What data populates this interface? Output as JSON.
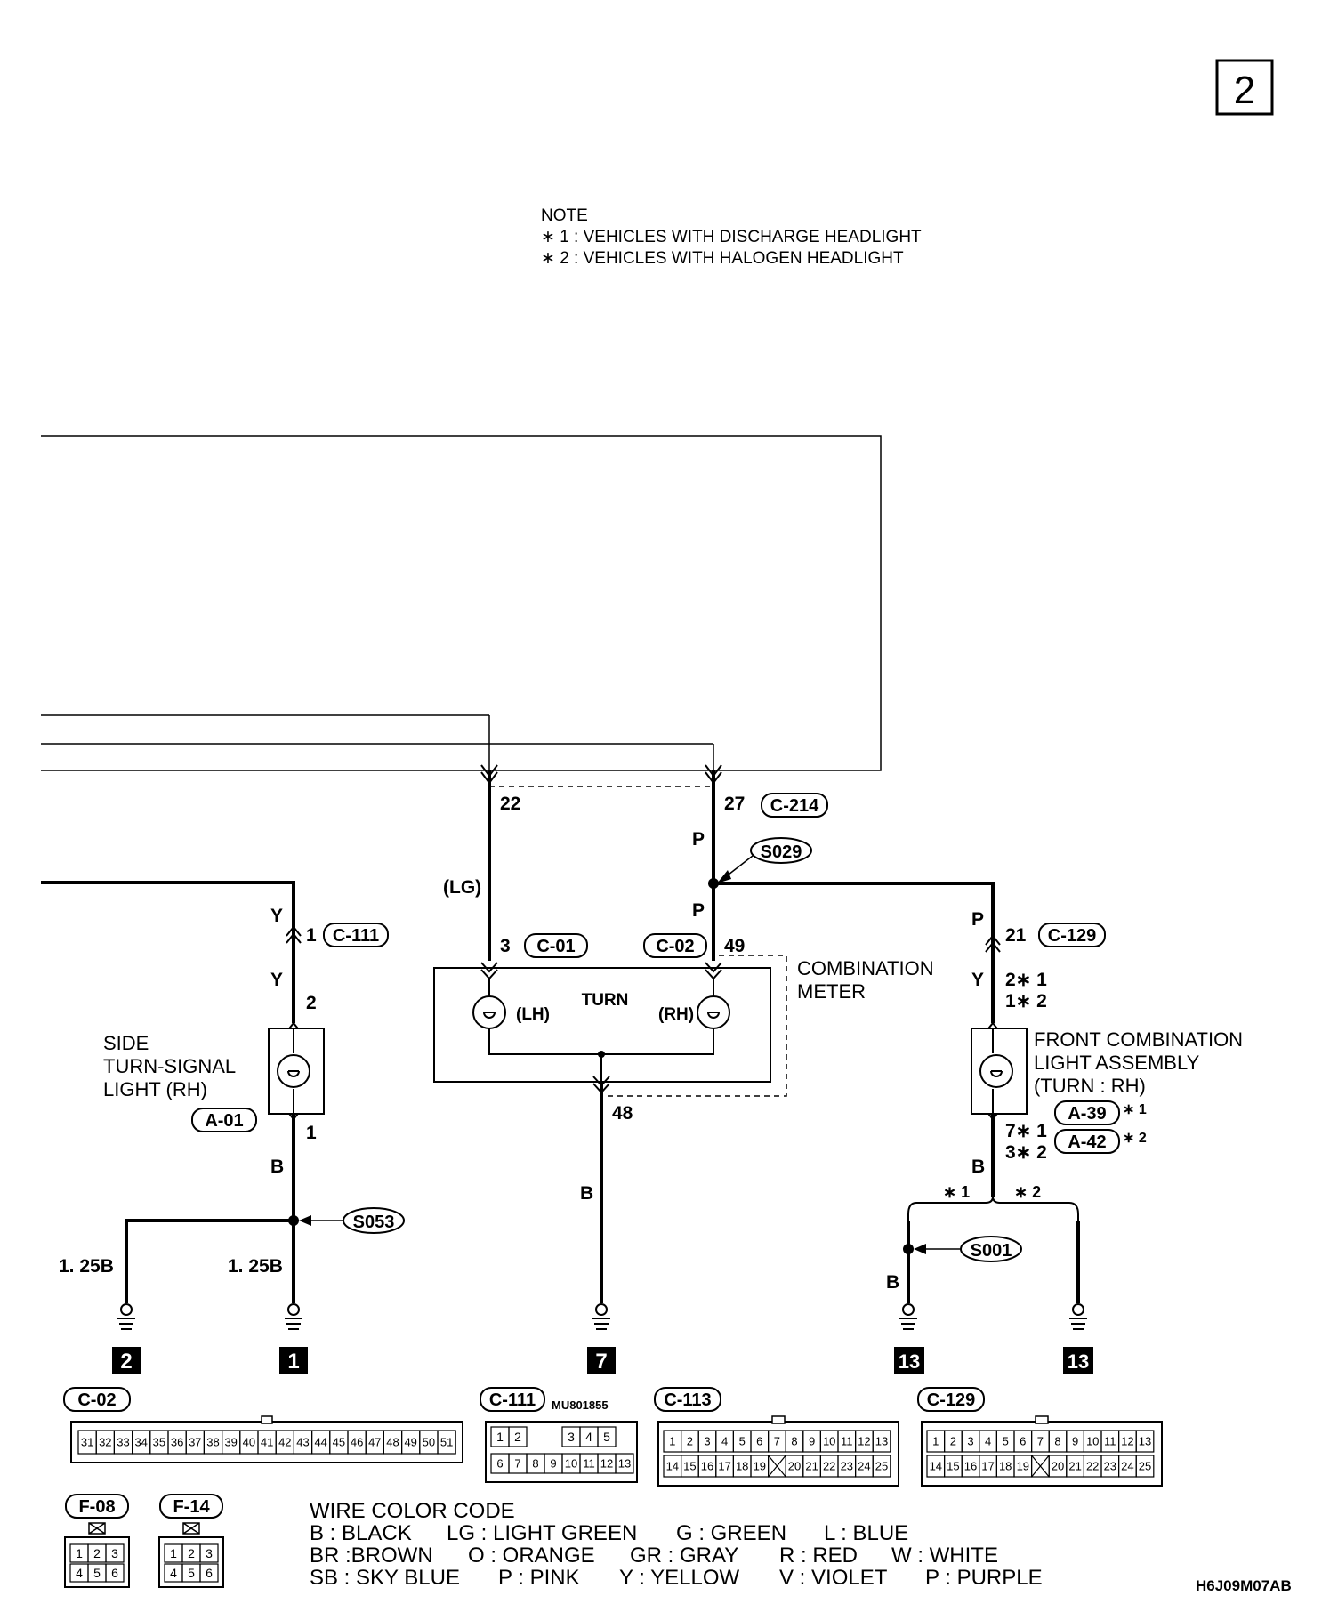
{
  "page_number": "2",
  "note": {
    "title": "NOTE",
    "line1": "∗ 1 : VEHICLES WITH DISCHARGE HEADLIGHT",
    "line2": "∗ 2 : VEHICLES WITH HALOGEN HEADLIGHT"
  },
  "connectors": {
    "c214": "C-214",
    "c01": "C-01",
    "c02": "C-02",
    "c111": "C-111",
    "c129": "C-129",
    "a01": "A-01",
    "a39": "A-39",
    "a42": "A-42",
    "c113": "C-113",
    "f08": "F-08",
    "f14": "F-14"
  },
  "splices": {
    "s029": "S029",
    "s053": "S053",
    "s001": "S001"
  },
  "pins": {
    "p22": "22",
    "p27": "27",
    "p3": "3",
    "p49": "49",
    "p48": "48",
    "p1_c111": "1",
    "p2_side": "2",
    "p1_side": "1",
    "p21": "21",
    "front_top_1": "2∗ 1",
    "front_top_2": "1∗ 2",
    "front_bot_1": "7∗ 1",
    "front_bot_2": "3∗ 2"
  },
  "wire_colors": {
    "lg": "(LG)",
    "p_upper": "P",
    "p_lower": "P",
    "p_right": "P",
    "y_upper": "Y",
    "y_lower": "Y",
    "y_right": "Y",
    "b_side": "B",
    "b_center": "B",
    "b_right": "B",
    "b_s001": "B",
    "w125_left": "1. 25B",
    "w125_right": "1. 25B"
  },
  "components": {
    "combination_meter_1": "COMBINATION",
    "combination_meter_2": "METER",
    "turn": "TURN",
    "lh": "(LH)",
    "rh": "(RH)",
    "side_1": "SIDE",
    "side_2": "TURN-SIGNAL",
    "side_3": "LIGHT (RH)",
    "front_1": "FRONT COMBINATION",
    "front_2": "LIGHT ASSEMBLY",
    "front_3": "(TURN : RH)",
    "star1_a39": "∗ 1",
    "star2_a42": "∗ 2",
    "branch_star1": "∗ 1",
    "branch_star2": "∗ 2"
  },
  "grounds": {
    "g2": "2",
    "g1": "1",
    "g7": "7",
    "g13a": "13",
    "g13b": "13"
  },
  "connector_faces": {
    "c02_pins": [
      "31",
      "32",
      "33",
      "34",
      "35",
      "36",
      "37",
      "38",
      "39",
      "40",
      "41",
      "42",
      "43",
      "44",
      "45",
      "46",
      "47",
      "48",
      "49",
      "50",
      "51"
    ],
    "c111_part": "MU801855",
    "c111_top": [
      "1",
      "2",
      "",
      "",
      "3",
      "4",
      "5"
    ],
    "c111_bottom": [
      "6",
      "7",
      "8",
      "9",
      "10",
      "11",
      "12",
      "13"
    ],
    "c113_top": [
      "1",
      "2",
      "3",
      "4",
      "5",
      "6",
      "7",
      "8",
      "9",
      "10",
      "11",
      "12",
      "13"
    ],
    "c113_bottom": [
      "14",
      "15",
      "16",
      "17",
      "18",
      "19",
      "",
      "20",
      "21",
      "22",
      "23",
      "24",
      "25"
    ],
    "c129_top": [
      "1",
      "2",
      "3",
      "4",
      "5",
      "6",
      "7",
      "8",
      "9",
      "10",
      "11",
      "12",
      "13"
    ],
    "c129_bottom": [
      "14",
      "15",
      "16",
      "17",
      "18",
      "19",
      "",
      "20",
      "21",
      "22",
      "23",
      "24",
      "25"
    ],
    "f_top": [
      "1",
      "2",
      "3"
    ],
    "f_bottom": [
      "4",
      "5",
      "6"
    ]
  },
  "legend": {
    "title": "WIRE COLOR CODE",
    "row1": [
      "B : BLACK",
      "LG : LIGHT GREEN",
      "G : GREEN",
      "L : BLUE"
    ],
    "row2": [
      "BR :BROWN",
      "O : ORANGE",
      "GR : GRAY",
      "R : RED",
      "W : WHITE"
    ],
    "row3": [
      "SB : SKY BLUE",
      "P : PINK",
      "Y : YELLOW",
      "V : VIOLET",
      "P : PURPLE"
    ]
  },
  "figure_code": "H6J09M07AB"
}
